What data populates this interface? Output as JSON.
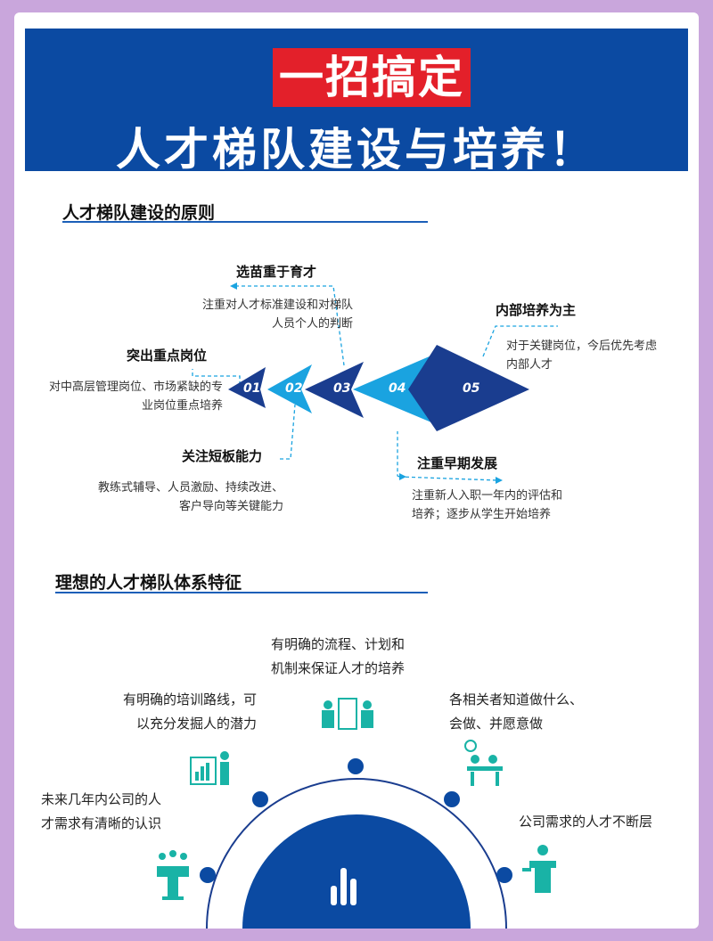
{
  "header": {
    "title_line1": "一招搞定",
    "title_line2": "人才梯队建设与培养！"
  },
  "principles": {
    "heading": "人才梯队建设的原则",
    "arrows": [
      "01",
      "02",
      "03",
      "04",
      "05"
    ],
    "items": [
      {
        "title": "选苗重于育才",
        "desc_lines": [
          "注重对人才标准建设和对梯队",
          "人员个人的判断"
        ]
      },
      {
        "title": "内部培养为主",
        "desc_lines": [
          "对于关键岗位，今后优先考虑",
          "内部人才"
        ]
      },
      {
        "title": "突出重点岗位",
        "desc_lines": [
          "对中高层管理岗位、市场紧缺的专",
          "业岗位重点培养"
        ]
      },
      {
        "title": "关注短板能力",
        "desc_lines": [
          "教练式辅导、人员激励、持续改进、",
          "客户导向等关键能力"
        ]
      },
      {
        "title": "注重早期发展",
        "desc_lines": [
          "注重新人入职一年内的评估和",
          "培养；逐步从学生开始培养"
        ]
      }
    ]
  },
  "features": {
    "heading": "理想的人才梯队体系特征",
    "items": [
      {
        "lines": [
          "有明确的流程、计划和",
          "机制来保证人才的培养"
        ]
      },
      {
        "lines": [
          "有明确的培训路线，可",
          "以充分发掘人的潜力"
        ]
      },
      {
        "lines": [
          "各相关者知道做什么、",
          "会做、并愿意做"
        ]
      },
      {
        "lines": [
          "未来几年内公司的人",
          "才需求有清晰的认识"
        ]
      },
      {
        "lines": [
          "公司需求的人才不断层"
        ]
      }
    ]
  },
  "colors": {
    "navy": "#0b4aa2",
    "red": "#e3202a",
    "cyan": "#1aa3e0",
    "teal": "#19b3a6",
    "dark_arrow": "#1a3d8f"
  }
}
